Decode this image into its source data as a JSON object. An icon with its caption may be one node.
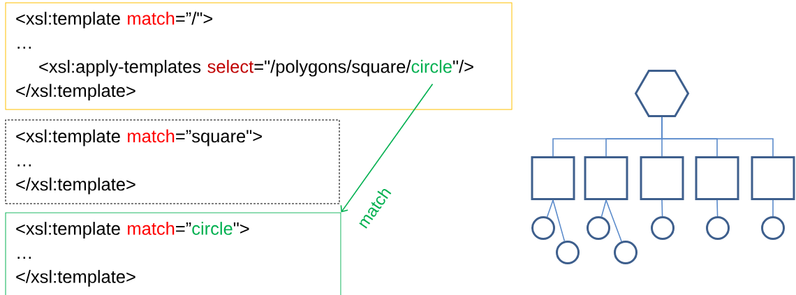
{
  "diagram": {
    "nodes": [
      {
        "text": [
          "<xsl:template",
          "match",
          "=”/\">",
          "…",
          "<xsl:apply-templates",
          "select",
          "=\"/polygons/square/",
          "circle",
          "\"/>",
          "</xsl:template>"
        ]
      },
      {
        "text": [
          "<xsl:template",
          "match",
          "=”square\">",
          "…",
          "</xsl:template>"
        ]
      },
      {
        "text": [
          "<xsl:template",
          "match",
          "=”",
          "circle",
          "\">",
          "…",
          "</xsl:template>"
        ]
      },
      {
        "text": [],
        "shape": "hexagon"
      },
      {
        "text": [],
        "shape": "box"
      },
      {
        "text": [],
        "shape": "box"
      },
      {
        "text": [],
        "shape": "box"
      },
      {
        "text": [],
        "shape": "box"
      },
      {
        "text": [],
        "shape": "box"
      },
      {
        "text": [],
        "shape": "circle"
      },
      {
        "text": [],
        "shape": "circle"
      },
      {
        "text": [],
        "shape": "circle"
      },
      {
        "text": [],
        "shape": "circle"
      },
      {
        "text": [],
        "shape": "circle"
      },
      {
        "text": [],
        "shape": "circle"
      },
      {
        "text": [],
        "shape": "circle"
      }
    ],
    "edges": [
      {
        "from": 0,
        "to": 2,
        "arrow": "to",
        "label": "match",
        "color": "#00b050"
      },
      {
        "from": 3,
        "to": 4,
        "arrow": "none"
      },
      {
        "from": 3,
        "to": 5,
        "arrow": "none"
      },
      {
        "from": 3,
        "to": 6,
        "arrow": "none"
      },
      {
        "from": 3,
        "to": 7,
        "arrow": "none"
      },
      {
        "from": 3,
        "to": 8,
        "arrow": "none"
      },
      {
        "from": 4,
        "to": 9,
        "arrow": "none"
      },
      {
        "from": 4,
        "to": 10,
        "arrow": "none"
      },
      {
        "from": 5,
        "to": 11,
        "arrow": "none"
      },
      {
        "from": 5,
        "to": 12,
        "arrow": "none"
      },
      {
        "from": 6,
        "to": 13,
        "arrow": "none"
      },
      {
        "from": 7,
        "to": 14,
        "arrow": "none"
      },
      {
        "from": 8,
        "to": 15,
        "arrow": "none"
      }
    ]
  }
}
